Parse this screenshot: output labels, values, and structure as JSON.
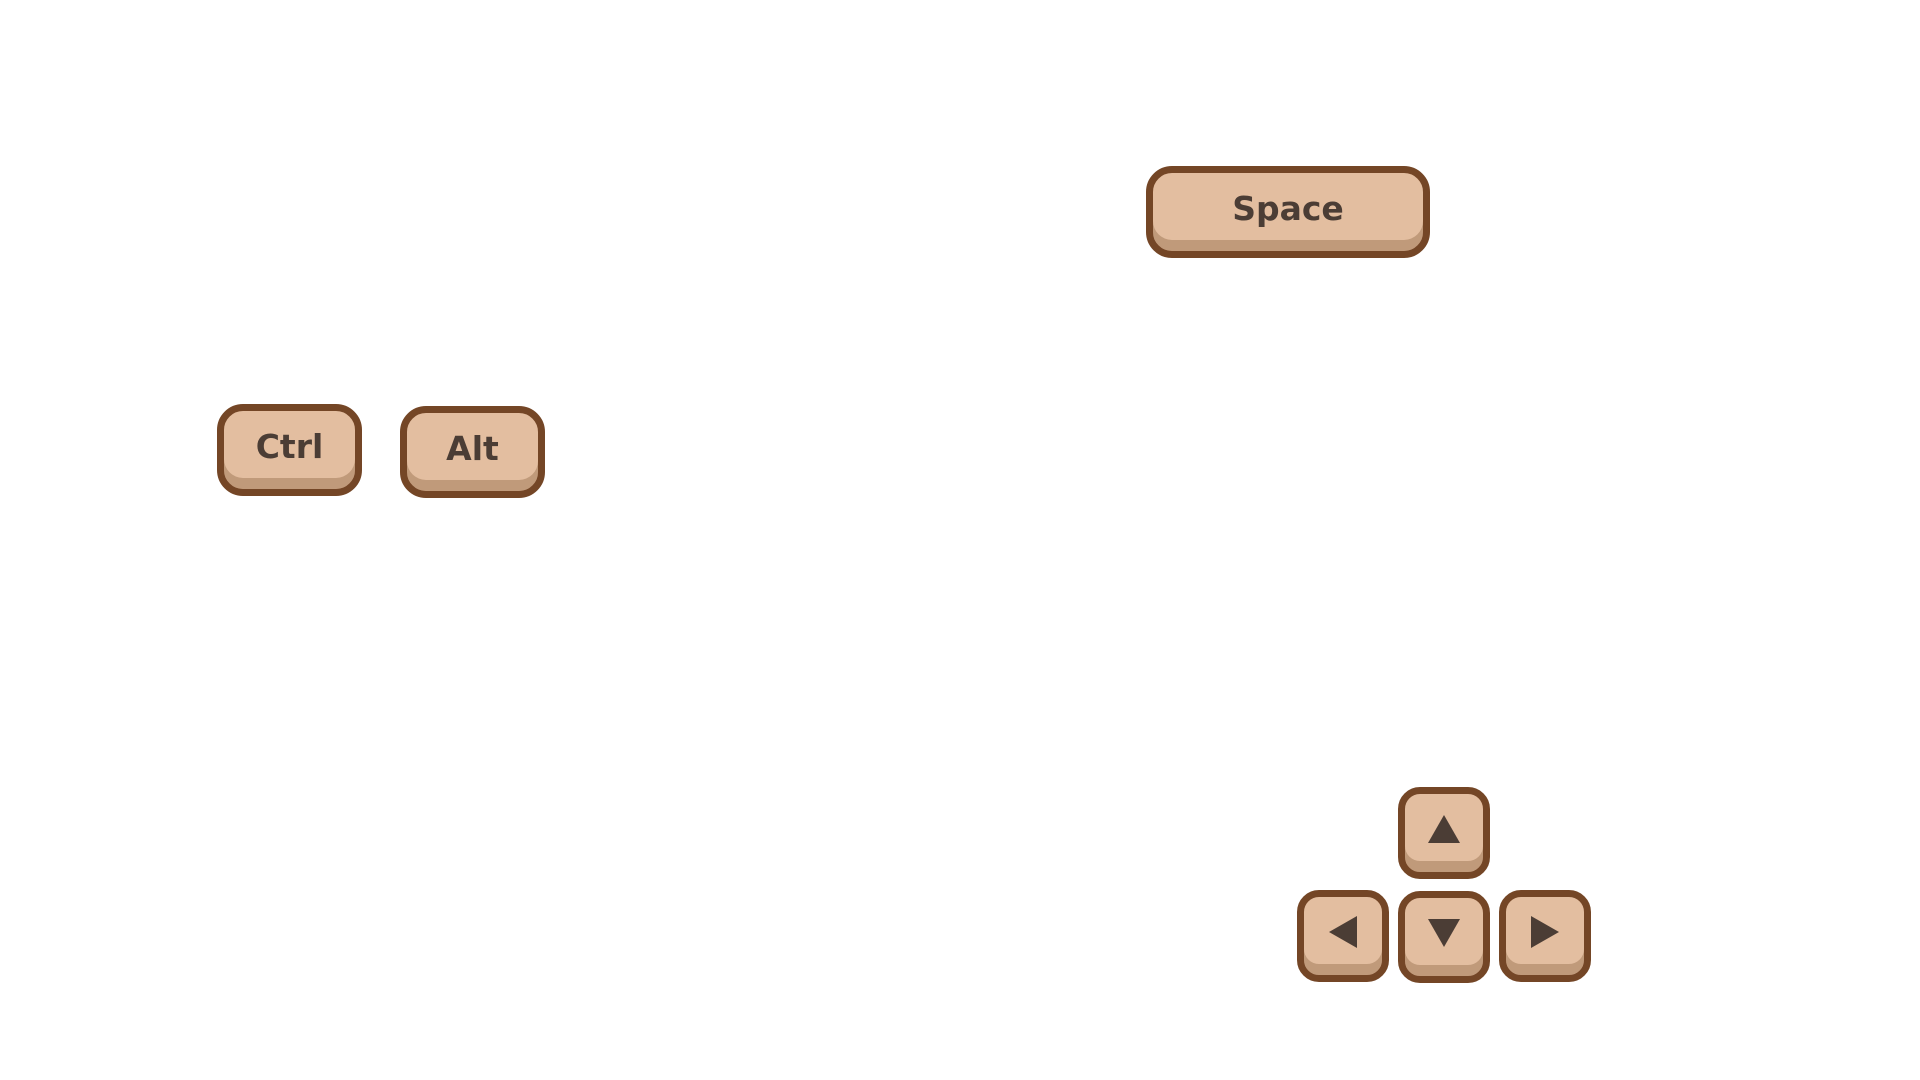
{
  "keys": {
    "space": {
      "label": "Space"
    },
    "ctrl": {
      "label": "Ctrl"
    },
    "alt": {
      "label": "Alt"
    },
    "arrows": {
      "up": {
        "icon": "arrow-up-icon"
      },
      "left": {
        "icon": "arrow-left-icon"
      },
      "down": {
        "icon": "arrow-down-icon"
      },
      "right": {
        "icon": "arrow-right-icon"
      }
    }
  },
  "colors": {
    "key_fill": "#e3bea0",
    "key_border": "#744626",
    "key_shadow": "#c09a7a",
    "label_text": "#4b3d35",
    "background": "#ffffff"
  }
}
